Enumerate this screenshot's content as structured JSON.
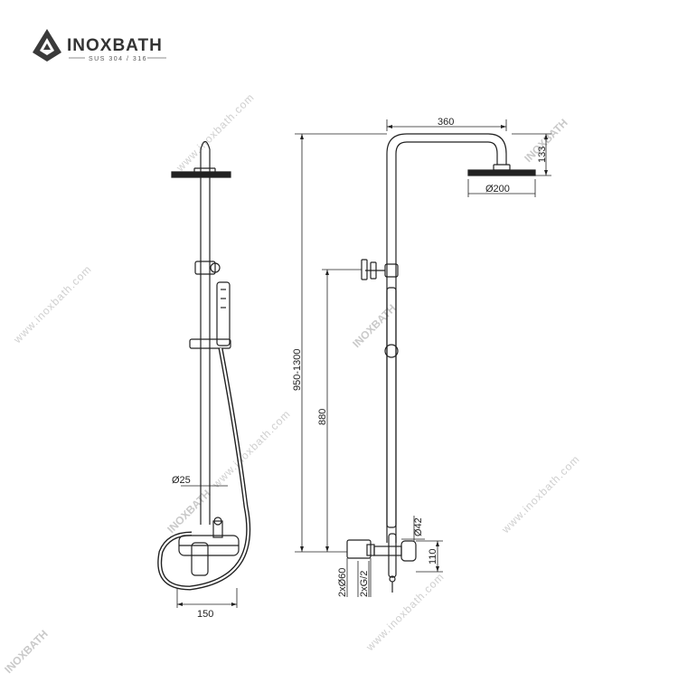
{
  "brand": {
    "name": "INOXBATH",
    "tagline": "SUS 304 / 316",
    "logo_icon": "diamond-logo-icon"
  },
  "watermark": {
    "url": "www.inoxbath.com",
    "brand": "INOXBATH"
  },
  "dimensions": {
    "top_width": "360",
    "head_height": "133",
    "head_diameter": "Ø200",
    "total_height": "950-1300",
    "inlet_height": "880",
    "rail_diameter": "Ø25",
    "body_width": "150",
    "inlet_diameter": "2xØ60",
    "thread": "2xG/2",
    "handle_diameter": "Ø42",
    "handle_height": "110"
  },
  "colors": {
    "line": "#222222",
    "watermark": "#d0d0d0"
  }
}
